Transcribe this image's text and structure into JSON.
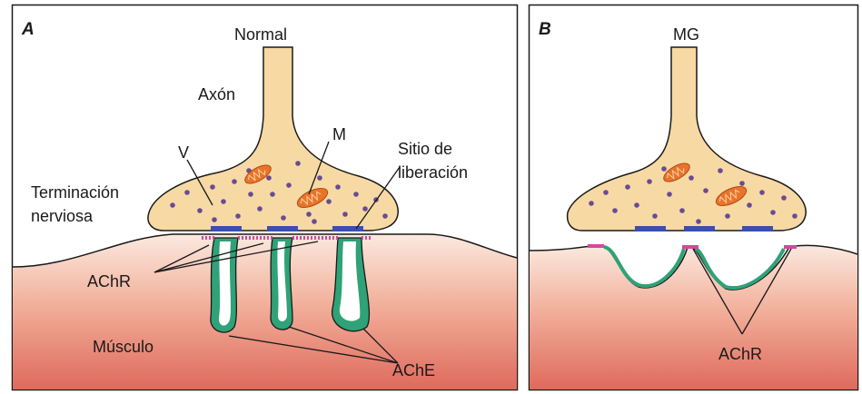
{
  "panel_a": {
    "letter": "A",
    "title": "Normal",
    "labels": {
      "axon": "Axón",
      "vesicle": "V",
      "mitochondrion": "M",
      "release_site_line1": "Sitio de",
      "release_site_line2": "liberación",
      "terminal_line1": "Terminación",
      "terminal_line2": "nerviosa",
      "achr": "AChR",
      "muscle": "Músculo",
      "ache": "AChE"
    }
  },
  "panel_b": {
    "letter": "B",
    "title": "MG",
    "labels": {
      "achr": "AChR"
    }
  },
  "colors": {
    "terminal_fill": "#f7d9a4",
    "vesicle": "#6a4a93",
    "mitochondrion": "#e8742a",
    "release_site": "#3a4fb0",
    "muscle_top": "#fbe7dc",
    "muscle_bottom": "#df6a5c",
    "ache": "#2fa277",
    "achr": "#d04a9c",
    "outline": "#1a1a1a"
  }
}
